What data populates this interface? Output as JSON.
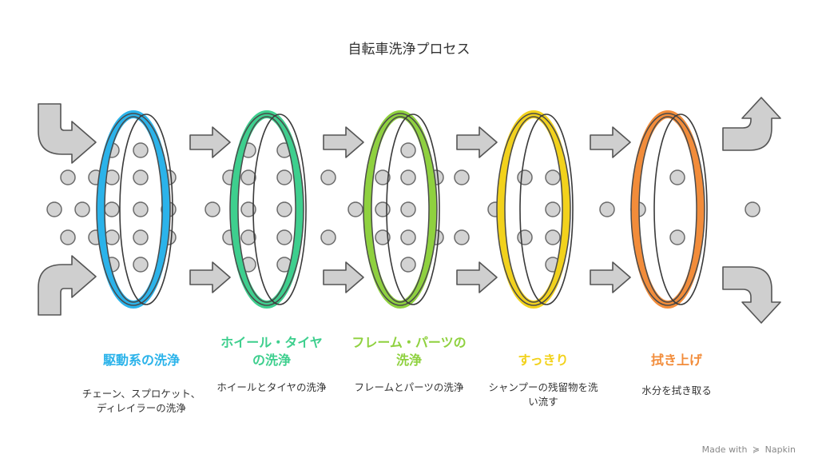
{
  "title": "自転車洗浄プロセス",
  "stages": [
    {
      "title": "駆動系の洗浄",
      "desc": "チェーン、スプロケット、ディレイラーの洗浄",
      "color": "#2bb3ea"
    },
    {
      "title": "ホイール・タイヤの洗浄",
      "desc": "ホイールとタイヤの洗浄",
      "color": "#3ecf8e"
    },
    {
      "title": "フレーム・パーツの洗浄",
      "desc": "フレームとパーツの洗浄",
      "color": "#8fd13f"
    },
    {
      "title": "すっきり",
      "desc": "シャンプーの残留物を洗い流す",
      "color": "#f2d21c"
    },
    {
      "title": "拭き上げ",
      "desc": "水分を拭き取る",
      "color": "#f28c3a"
    }
  ],
  "credit": {
    "prefix": "Made with",
    "brand": "Napkin"
  }
}
